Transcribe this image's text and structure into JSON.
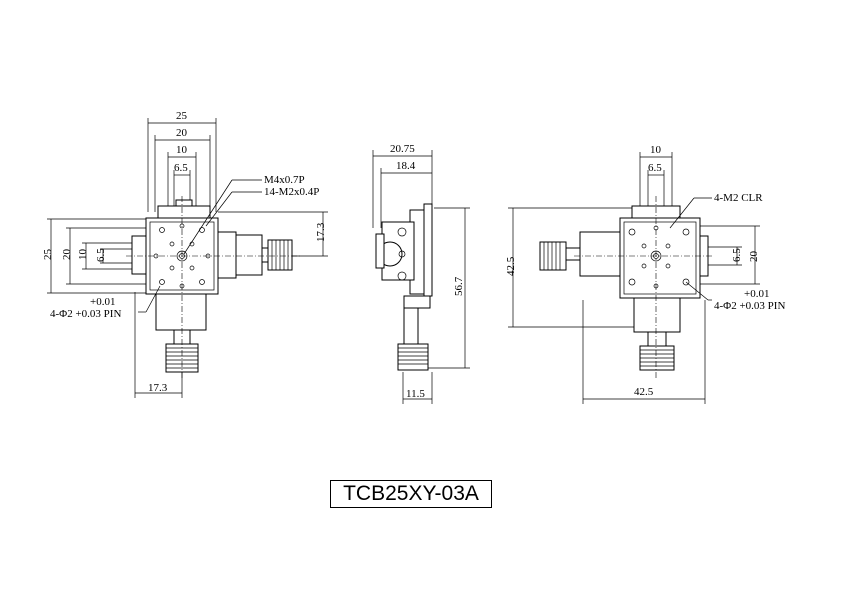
{
  "views": {
    "top": {
      "dims": {
        "w25": "25",
        "w20": "20",
        "w10": "10",
        "w6_5": "6.5",
        "h25": "25",
        "h20": "20",
        "h10": "10",
        "h6_5": "6.5",
        "h17_3": "17.3",
        "b17_3": "17.3"
      },
      "notes": {
        "m4": "M4x0.7P",
        "m2": "14-M2x0.4P",
        "tol": "+0.01",
        "pin": "4-Φ2 +0.03 PIN"
      }
    },
    "side": {
      "dims": {
        "w20_75": "20.75",
        "w18_4": "18.4",
        "h56_7": "56.7",
        "b11_5": "11.5"
      }
    },
    "front": {
      "dims": {
        "h42_5": "42.5",
        "h20": "20",
        "h6_5": "6.5",
        "w10": "10",
        "w6_5": "6.5",
        "b42_5": "42.5"
      },
      "notes": {
        "clr": "4-M2 CLR",
        "tol": "+0.01",
        "pin": "4-Φ2 +0.03 PIN"
      }
    }
  },
  "model": "TCB25XY-03A"
}
